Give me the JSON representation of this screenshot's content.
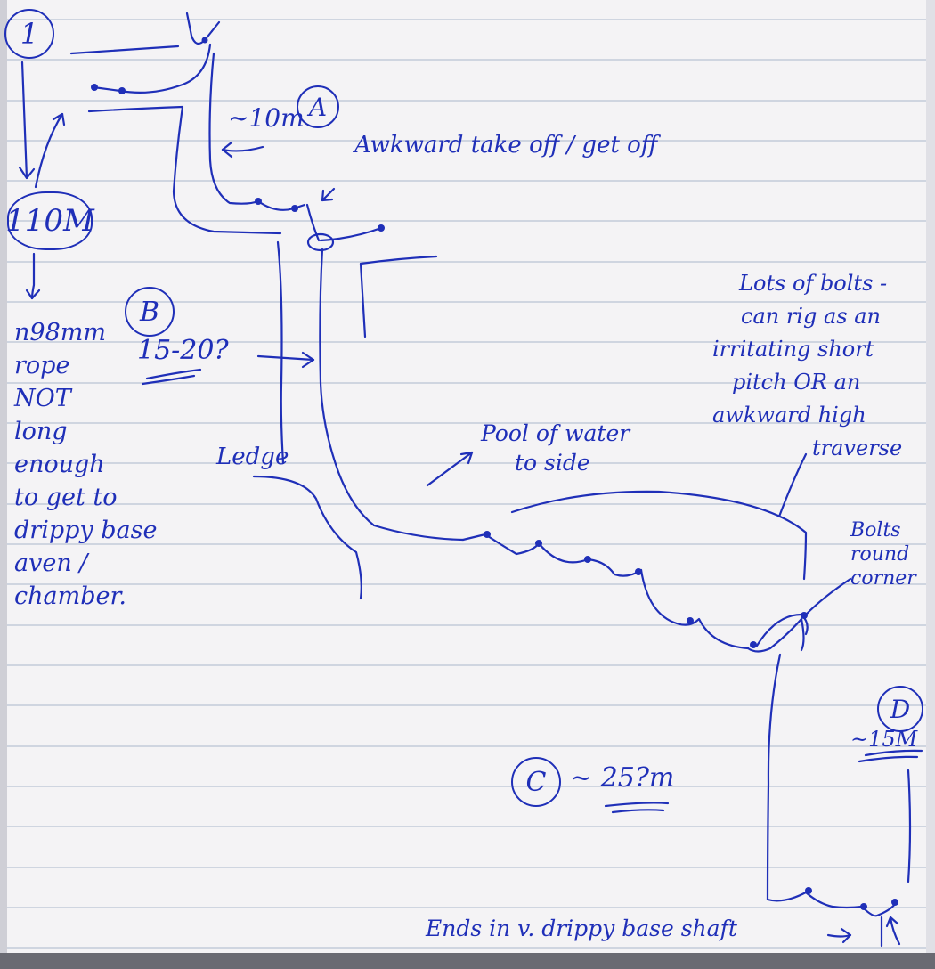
{
  "annotations": {
    "pitch_1": "1",
    "length_110m": "110M",
    "rope_note": [
      "n98mm",
      "rope",
      "NOT",
      "long",
      "enough",
      "to get to",
      "drippy base",
      "aven / chamber."
    ],
    "label_a": "A",
    "a_length": "~10m",
    "awkward": "Awkward take off / get off",
    "label_b": "B",
    "b_length": "15-20?",
    "ledge": "Ledge",
    "pool": [
      "Pool of water",
      "to side"
    ],
    "bolts_note": [
      "Lots of bolts -",
      "can rig as an",
      "irritating short",
      "pitch OR an",
      "awkward high",
      "traverse"
    ],
    "bolts_corner": [
      "Bolts",
      "round",
      "corner"
    ],
    "label_c": "C",
    "c_length": "~ 25?m",
    "label_d": "D",
    "d_length": "~15M",
    "ends": "Ends in v. drippy base shaft"
  },
  "colors": {
    "ink": "#1f2fb8",
    "paper": "#f4f3f5",
    "rule": "#b9c3d4",
    "margin_shadow": "#cfcfd6"
  }
}
